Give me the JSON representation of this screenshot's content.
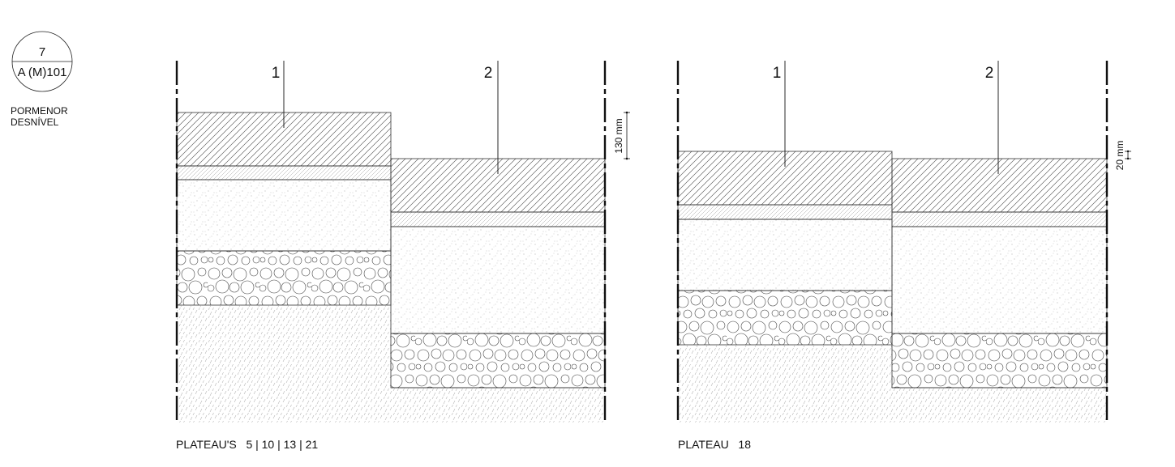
{
  "reference": {
    "number": "7",
    "sheet": "A (M)101"
  },
  "detail_caption": {
    "line1": "PORMENOR",
    "line2": "DESNÍVEL"
  },
  "sections": [
    {
      "caption": "PLATEAU'S   5 | 10 | 13 | 21",
      "callout_1": "1",
      "callout_2": "2",
      "dimension": "130 mm"
    },
    {
      "caption": "PLATEAU   18",
      "callout_1": "1",
      "callout_2": "2",
      "dimension": "20 mm"
    }
  ],
  "colors": {
    "line": "#111111",
    "hatch": "#444444",
    "fine_hatch": "#9a9a9a",
    "speckle": "#8a8a8a"
  }
}
